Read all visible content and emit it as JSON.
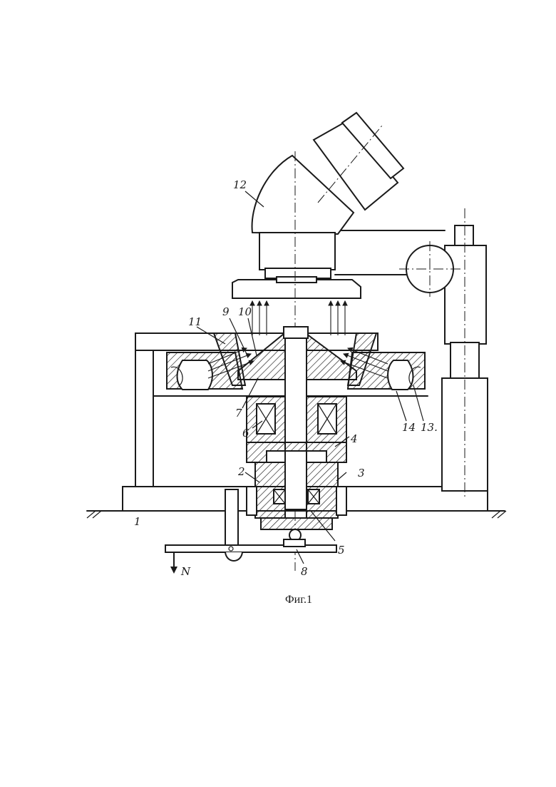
{
  "figure": {
    "caption": "Фиг.1",
    "labels": {
      "l1": "1",
      "l2": "2",
      "l3": "3",
      "l4": "4",
      "l5": "5",
      "l6": "6",
      "l7": "7",
      "l8": "8",
      "l9": "9",
      "l10": "10",
      "l11": "11",
      "l12": "12",
      "l13": "13.",
      "l14": "14",
      "force": "N"
    }
  }
}
